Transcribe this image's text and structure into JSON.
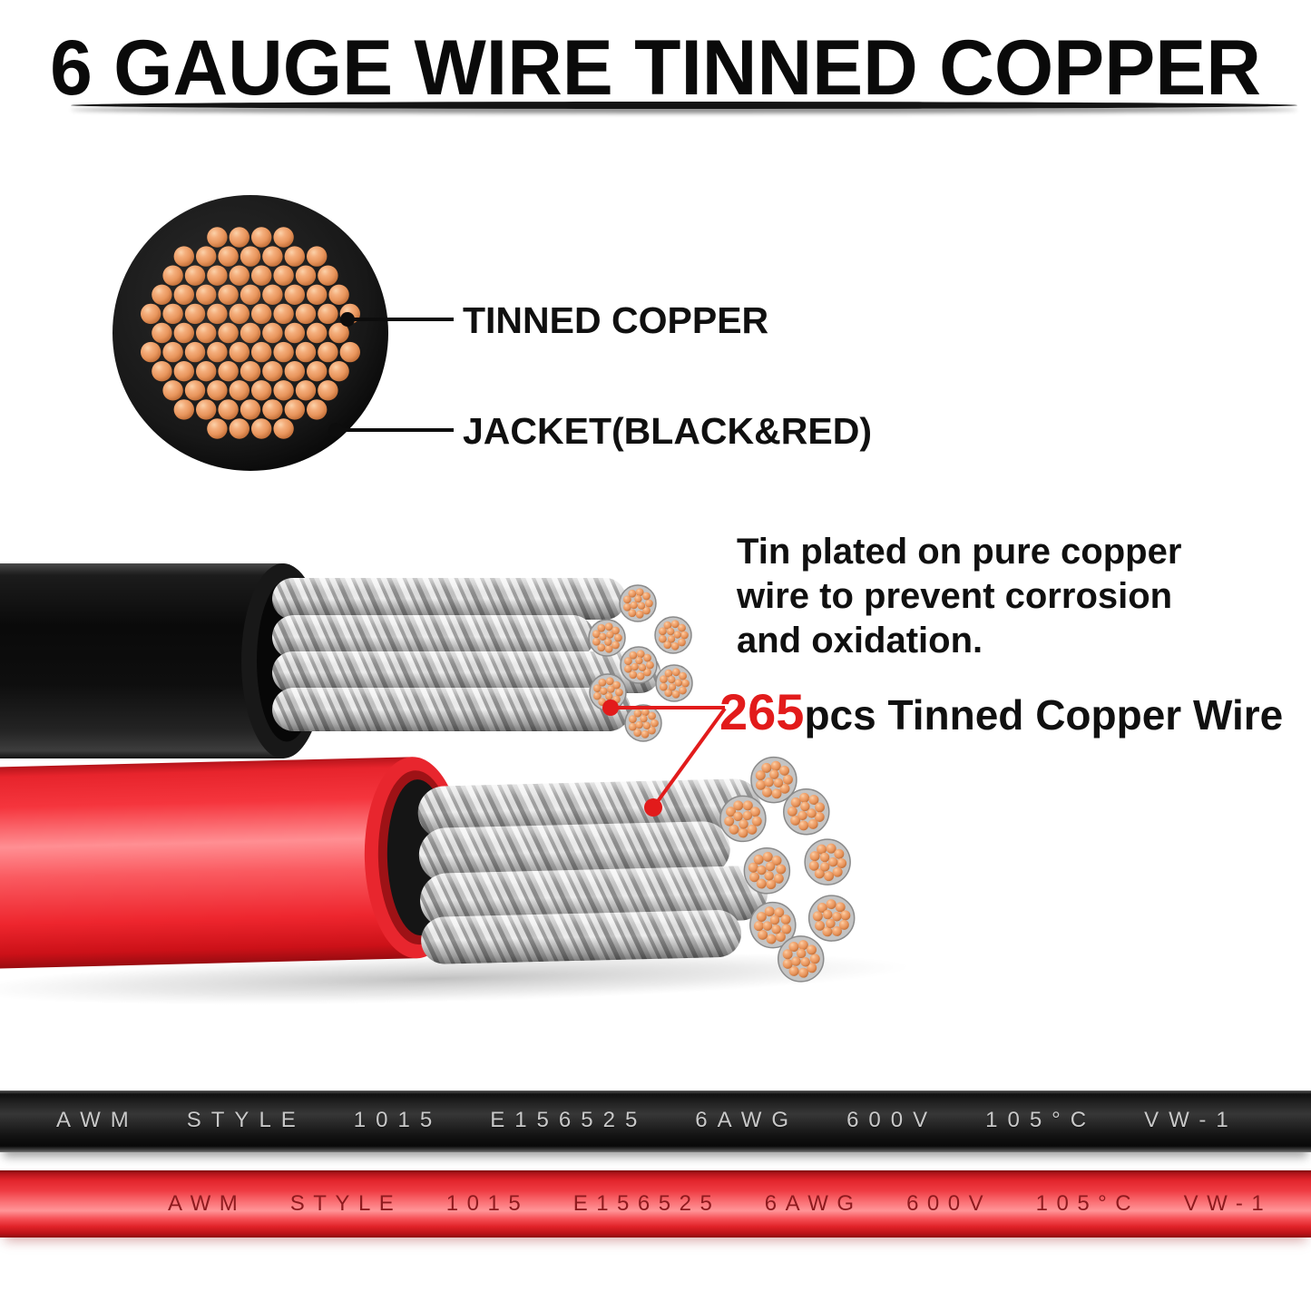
{
  "title": {
    "text": "6 GAUGE WIRE TINNED COPPER"
  },
  "cross_section": {
    "tinned_copper_label": "TINNED COPPER",
    "jacket_label": "JACKET(BLACK&RED)"
  },
  "description": {
    "text": "Tin plated on pure copper\nwire to prevent corrosion\nand oxidation."
  },
  "strand_count": {
    "number": "265",
    "label": "pcs Tinned Copper Wire"
  },
  "wire_print": {
    "black_wire_text": "AWM   STYLE   1015   E156525   6AWG   600V   105°C   VW-1",
    "red_wire_text": "AWM   STYLE   1015   E156525   6AWG   600V   105°C   VW-1"
  },
  "colors": {
    "accent_red": "#e21b1b",
    "copper": "#ec9b62",
    "black_jacket": "#111111",
    "red_jacket": "#ee2a32",
    "tinned_strand_silver": "#d2d2d2"
  }
}
